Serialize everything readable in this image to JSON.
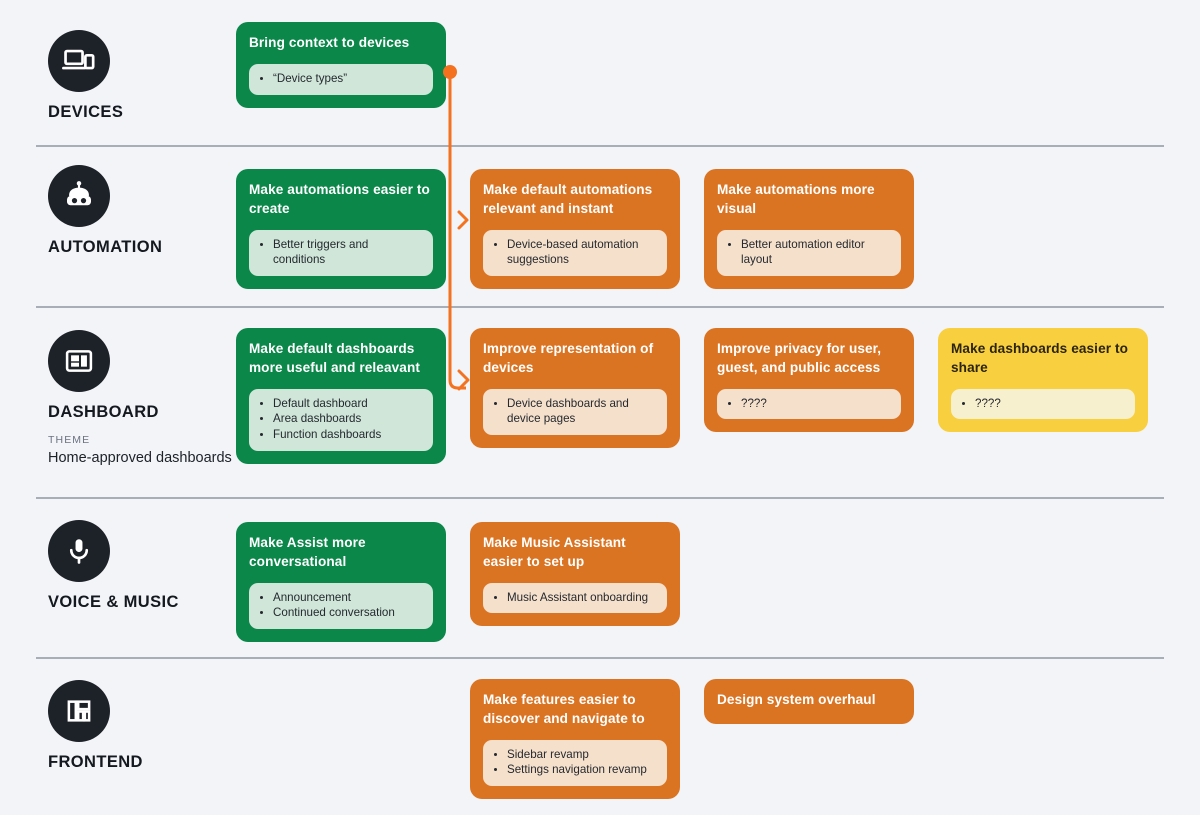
{
  "meta": {
    "background": "#f2f4f8",
    "colors": {
      "green": "#0a8749",
      "orange": "#da7422",
      "yellow": "#f8cf3e",
      "green_pill": "#cfe6d9",
      "orange_pill": "#f5e0cb",
      "yellow_pill": "#f7f0cf",
      "icon_circle": "#1d2128",
      "divider": "#9aa1ac",
      "connector": "#f4711f"
    }
  },
  "lanes": [
    {
      "id": "devices",
      "title": "DEVICES",
      "icon": "devices-icon",
      "theme_label": "",
      "theme_text": "",
      "cards": [
        {
          "column": 0,
          "color": "green",
          "title": "Bring context to devices",
          "items": [
            "“Device types”"
          ]
        }
      ]
    },
    {
      "id": "automation",
      "title": "AUTOMATION",
      "icon": "robot-icon",
      "theme_label": "",
      "theme_text": "",
      "cards": [
        {
          "column": 0,
          "color": "green",
          "title": "Make automations easier to create",
          "items": [
            "Better triggers and conditions"
          ]
        },
        {
          "column": 1,
          "color": "orange",
          "title": "Make default automations relevant and instant",
          "items": [
            "Device-based automation suggestions"
          ]
        },
        {
          "column": 2,
          "color": "orange",
          "title": "Make automations more visual",
          "items": [
            "Better automation editor layout"
          ]
        }
      ]
    },
    {
      "id": "dashboard",
      "title": "DASHBOARD",
      "icon": "dashboard-icon",
      "theme_label": "THEME",
      "theme_text": "Home-approved dashboards",
      "cards": [
        {
          "column": 0,
          "color": "green",
          "title": "Make default dashboards more useful and releavant",
          "items": [
            "Default dashboard",
            "Area dashboards",
            "Function dashboards"
          ]
        },
        {
          "column": 1,
          "color": "orange",
          "title": "Improve representation of devices",
          "items": [
            "Device dashboards and device pages"
          ]
        },
        {
          "column": 2,
          "color": "orange",
          "title": "Improve privacy for user, guest, and public access",
          "items": [
            "????"
          ]
        },
        {
          "column": 3,
          "color": "yellow",
          "title": "Make dashboards easier to share",
          "items": [
            "????"
          ]
        }
      ]
    },
    {
      "id": "voice-music",
      "title": "VOICE & MUSIC",
      "icon": "microphone-icon",
      "theme_label": "",
      "theme_text": "",
      "cards": [
        {
          "column": 0,
          "color": "green",
          "title": "Make Assist more conversational",
          "items": [
            "Announcement",
            "Continued conversation"
          ]
        },
        {
          "column": 1,
          "color": "orange",
          "title": "Make Music Assistant easier to set up",
          "items": [
            "Music Assistant onboarding"
          ]
        }
      ]
    },
    {
      "id": "frontend",
      "title": "FRONTEND",
      "icon": "layout-icon",
      "theme_label": "",
      "theme_text": "",
      "cards": [
        {
          "column": 1,
          "color": "orange",
          "title": "Make features easier to discover and navigate to",
          "items": [
            "Sidebar revamp",
            "Settings navigation revamp"
          ]
        },
        {
          "column": 2,
          "color": "orange",
          "title": "Design system overhaul",
          "items": []
        }
      ]
    }
  ],
  "connector": {
    "name": "dependency-connector",
    "color": "#f4711f",
    "from": "Bring context to devices",
    "to": [
      "Make default automations relevant and instant",
      "Improve representation of devices"
    ]
  }
}
